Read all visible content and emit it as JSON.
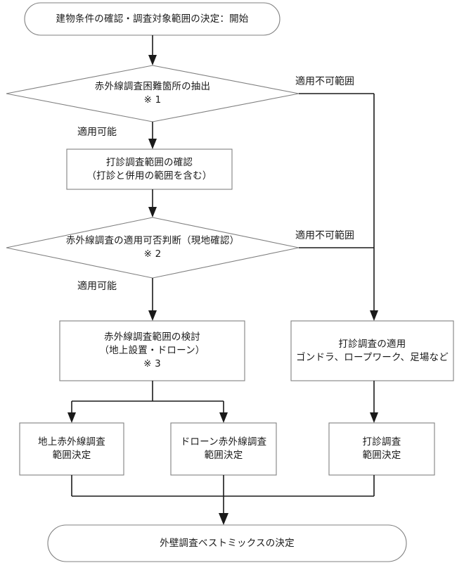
{
  "diagram": {
    "title_text_language": "ja",
    "stroke_color": "#1a1a1a",
    "node_border_color": "#808080",
    "background": "#ffffff",
    "nodes": {
      "start": {
        "shape": "stadium",
        "label": "建物条件の確認・調査対象範囲の決定：開始"
      },
      "decision1": {
        "shape": "diamond",
        "label": "赤外線調査困難箇所の抽出\n※ 1"
      },
      "process_confirm": {
        "shape": "rect",
        "label": "打診調査範囲の確認\n（打診と併用の範囲を含む）"
      },
      "decision2": {
        "shape": "diamond",
        "label": "赤外線調査の適用可否判断（現地確認）\n※ 2"
      },
      "process_ir_scope": {
        "shape": "rect",
        "label": "赤外線調査範囲の検討\n（地上設置・ドローン）\n※ 3"
      },
      "process_tapping_apply": {
        "shape": "rect",
        "label": "打診調査の適用\nゴンドラ、ロープワーク、足場など"
      },
      "result_ground_ir": {
        "shape": "rect",
        "label": "地上赤外線調査\n範囲決定"
      },
      "result_drone_ir": {
        "shape": "rect",
        "label": "ドローン赤外線調査\n範囲決定"
      },
      "result_tapping": {
        "shape": "rect",
        "label": "打診調査\n範囲決定"
      },
      "end": {
        "shape": "stadium",
        "label": "外壁調査ベストミックスの決定"
      }
    },
    "edge_labels": {
      "d1_yes": "適用可能",
      "d1_no": "適用不可範囲",
      "d2_yes": "適用可能",
      "d2_no": "適用不可範囲"
    }
  }
}
